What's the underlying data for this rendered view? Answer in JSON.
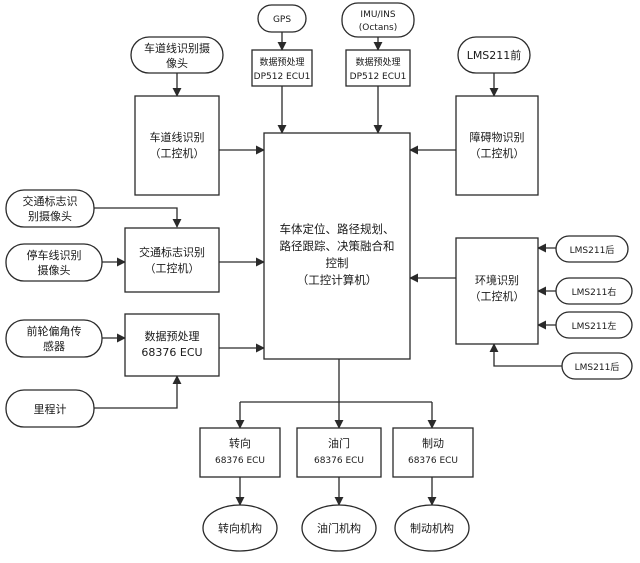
{
  "nodes": {
    "gps": {
      "lines": [
        "GPS"
      ]
    },
    "imu": {
      "lines": [
        "IMU/INS",
        "(Octans)"
      ]
    },
    "preproc1": {
      "lines": [
        "数据预处理",
        "DP512 ECU1"
      ]
    },
    "preproc2": {
      "lines": [
        "数据预处理",
        "DP512 ECU1"
      ]
    },
    "lane_cam": {
      "lines": [
        "车道线识别摄",
        "像头"
      ]
    },
    "lane_recog": {
      "lines": [
        "车道线识别",
        "（工控机）"
      ]
    },
    "lms_front": {
      "lines": [
        "LMS211前"
      ]
    },
    "obstacle": {
      "lines": [
        "障碍物识别",
        "（工控机）"
      ]
    },
    "sign_cam": {
      "lines": [
        "交通标志识",
        "别摄像头"
      ]
    },
    "stop_cam": {
      "lines": [
        "停车线识别",
        "摄像头"
      ]
    },
    "sign_recog": {
      "lines": [
        "交通标志识别",
        "（工控机）"
      ]
    },
    "main": {
      "lines": [
        "车体定位、路径规划、",
        "路径跟踪、决策融合和",
        "控制",
        "（工控计算机）"
      ]
    },
    "env": {
      "lines": [
        "环境识别",
        "（工控机）"
      ]
    },
    "lms_rear_top": {
      "lines": [
        "LMS211后"
      ]
    },
    "lms_right": {
      "lines": [
        "LMS211右"
      ]
    },
    "lms_left": {
      "lines": [
        "LMS211左"
      ]
    },
    "lms_rear": {
      "lines": [
        "LMS211后"
      ]
    },
    "wheel_sensor": {
      "lines": [
        "前轮偏角传",
        "感器"
      ]
    },
    "preproc3": {
      "lines": [
        "数据预处理",
        "68376 ECU"
      ]
    },
    "odometer": {
      "lines": [
        "里程计"
      ]
    },
    "steer_ecu": {
      "lines": [
        "转向",
        "68376 ECU"
      ]
    },
    "throttle_ecu": {
      "lines": [
        "油门",
        "68376 ECU"
      ]
    },
    "brake_ecu": {
      "lines": [
        "制动",
        "68376 ECU"
      ]
    },
    "steer_mech": {
      "lines": [
        "转向机构"
      ]
    },
    "throttle_mech": {
      "lines": [
        "油门机构"
      ]
    },
    "brake_mech": {
      "lines": [
        "制动机构"
      ]
    }
  }
}
